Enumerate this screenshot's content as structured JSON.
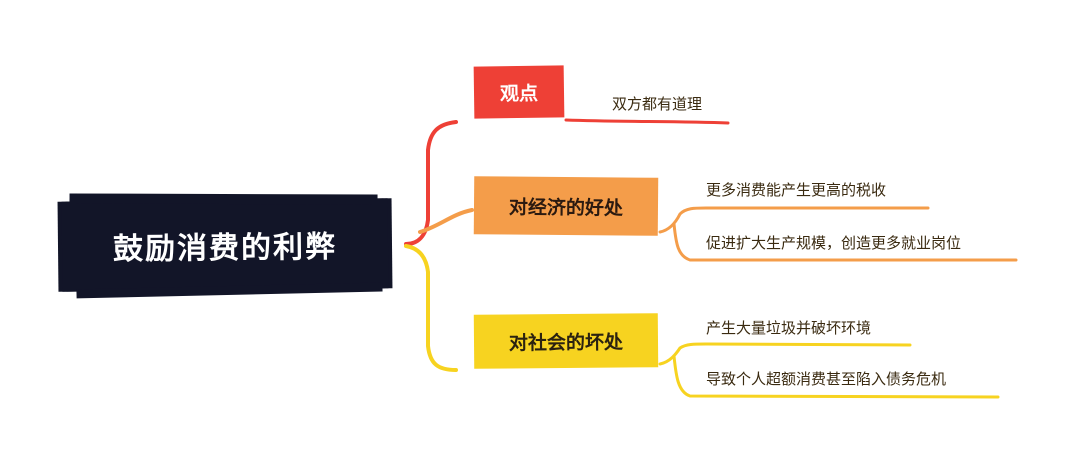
{
  "root": {
    "title": "鼓励消费的利弊",
    "color": "#121528"
  },
  "branches": [
    {
      "label": "观点",
      "color": "#ee4036",
      "children": [
        "双方都有道理"
      ]
    },
    {
      "label": "对经济的好处",
      "color": "#f49d4a",
      "children": [
        "更多消费能产生更高的税收",
        "促进扩大生产规模，创造更多就业岗位"
      ]
    },
    {
      "label": "对社会的坏处",
      "color": "#f7d320",
      "children": [
        "产生大量垃圾并破坏环境",
        "导致个人超额消费甚至陷入债务危机"
      ]
    }
  ]
}
